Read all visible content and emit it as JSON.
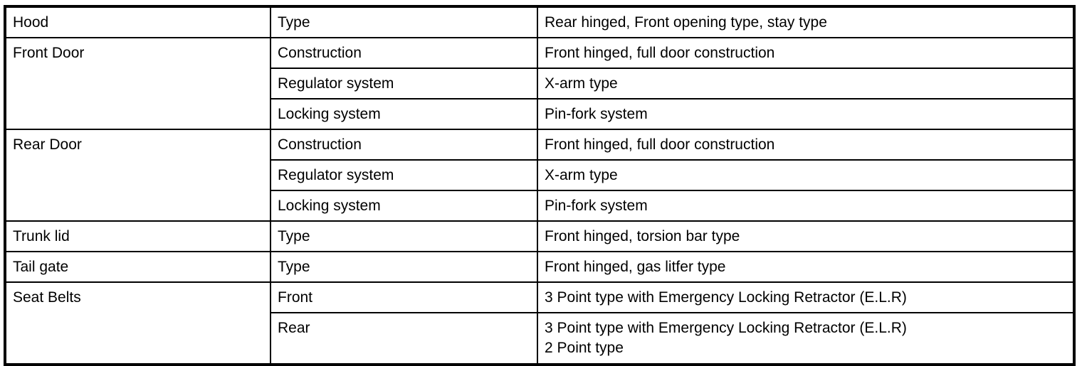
{
  "table": {
    "name": "body-components-specifications",
    "colors": {
      "border": "#000000",
      "background": "#ffffff",
      "text": "#000000"
    },
    "columns": [
      "component",
      "attribute",
      "value"
    ],
    "sections": [
      {
        "component": "Hood",
        "rows": [
          {
            "attribute": "Type",
            "value": "Rear hinged, Front opening type, stay type"
          }
        ]
      },
      {
        "component": "Front Door",
        "rows": [
          {
            "attribute": "Construction",
            "value": "Front hinged, full door construction"
          },
          {
            "attribute": "Regulator system",
            "value": "X-arm type"
          },
          {
            "attribute": "Locking system",
            "value": "Pin-fork system"
          }
        ]
      },
      {
        "component": "Rear Door",
        "rows": [
          {
            "attribute": "Construction",
            "value": "Front hinged, full door construction"
          },
          {
            "attribute": "Regulator system",
            "value": "X-arm type"
          },
          {
            "attribute": "Locking system",
            "value": "Pin-fork system"
          }
        ]
      },
      {
        "component": "Trunk lid",
        "rows": [
          {
            "attribute": "Type",
            "value": "Front hinged, torsion bar type"
          }
        ]
      },
      {
        "component": "Tail gate",
        "rows": [
          {
            "attribute": "Type",
            "value": "Front hinged, gas litfer type"
          }
        ]
      },
      {
        "component": "Seat Belts",
        "rows": [
          {
            "attribute": "Front",
            "value": "3 Point type with Emergency Locking Retractor (E.L.R)"
          },
          {
            "attribute": "Rear",
            "value": "3 Point type with Emergency Locking Retractor (E.L.R)\n2 Point type"
          }
        ]
      }
    ]
  }
}
